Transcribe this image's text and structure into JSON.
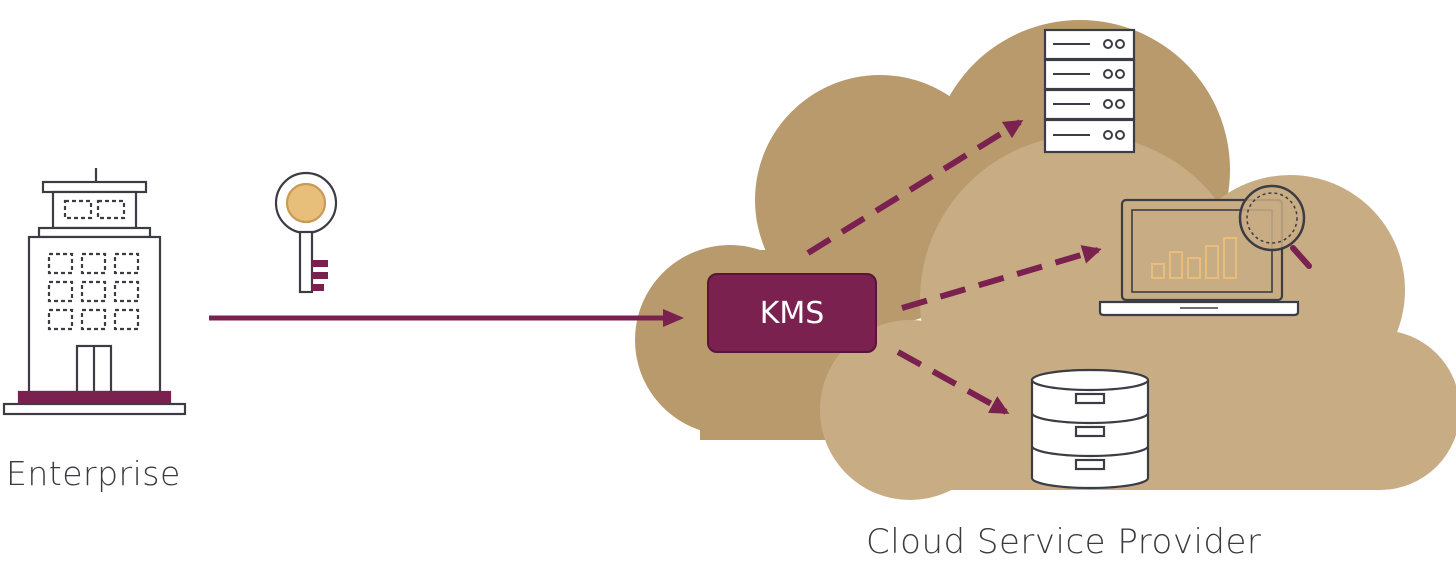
{
  "labels": {
    "enterprise": "Enterprise",
    "kms": "KMS",
    "cloud_service_provider": "Cloud Service Provider"
  },
  "icons": {
    "building": "building-icon",
    "key": "key-icon",
    "server_rack": "server-rack-icon",
    "laptop_analytics": "laptop-analytics-icon",
    "database": "database-icon",
    "cloud": "cloud-shape"
  },
  "colors": {
    "accent": "#7b2150",
    "cloud_dark": "#b89a6d",
    "cloud_light": "#c8ad84",
    "key_fill": "#e8bf7a",
    "outline": "#3c3c44"
  }
}
